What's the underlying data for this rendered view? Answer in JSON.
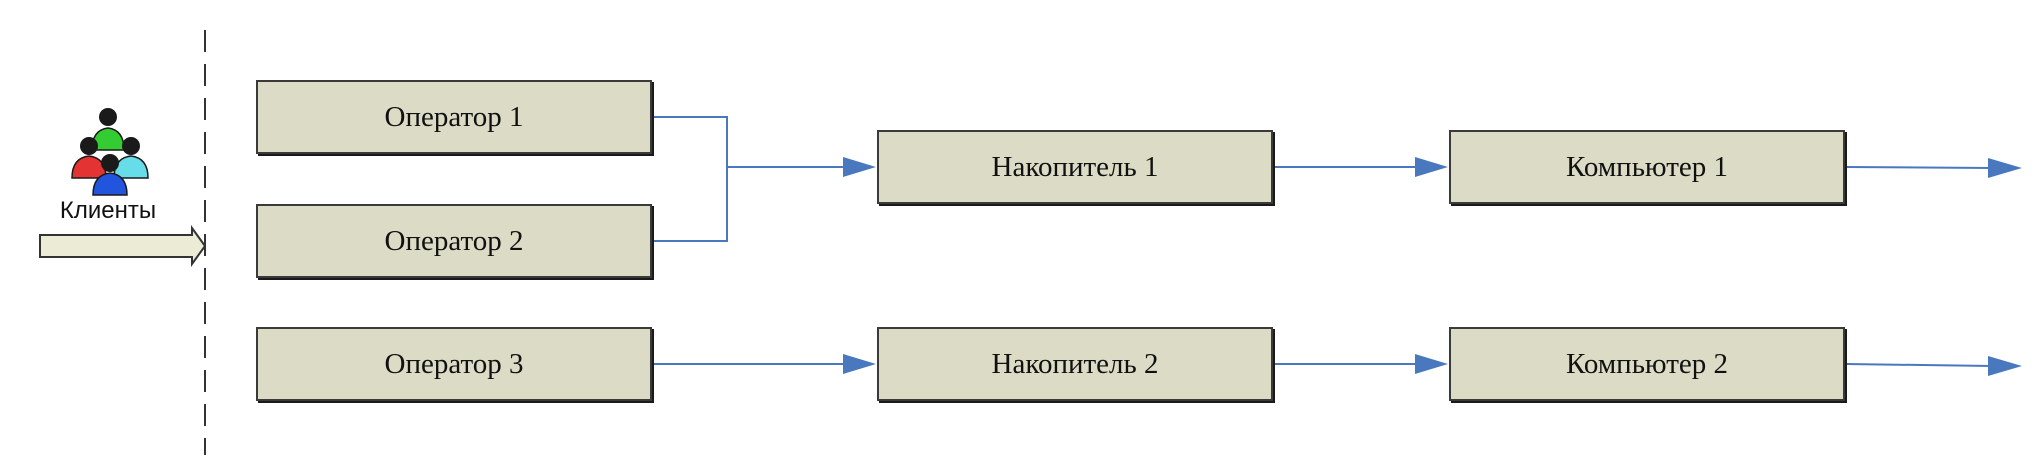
{
  "diagram": {
    "clients_label": "Клиенты",
    "operators": [
      {
        "label": "Оператор 1"
      },
      {
        "label": "Оператор 2"
      },
      {
        "label": "Оператор 3"
      }
    ],
    "storages": [
      {
        "label": "Накопитель 1"
      },
      {
        "label": "Накопитель 2"
      }
    ],
    "computers": [
      {
        "label": "Компьютер 1"
      },
      {
        "label": "Компьютер 2"
      }
    ]
  },
  "colors": {
    "box_fill": "#dcdcc6",
    "box_border": "#3a3a3a",
    "arrow": "#4a78bf",
    "divider": "#333333",
    "input_arrow_fill": "#ececd6"
  },
  "icons": [
    "clients-group-icon",
    "input-arrow-icon"
  ]
}
